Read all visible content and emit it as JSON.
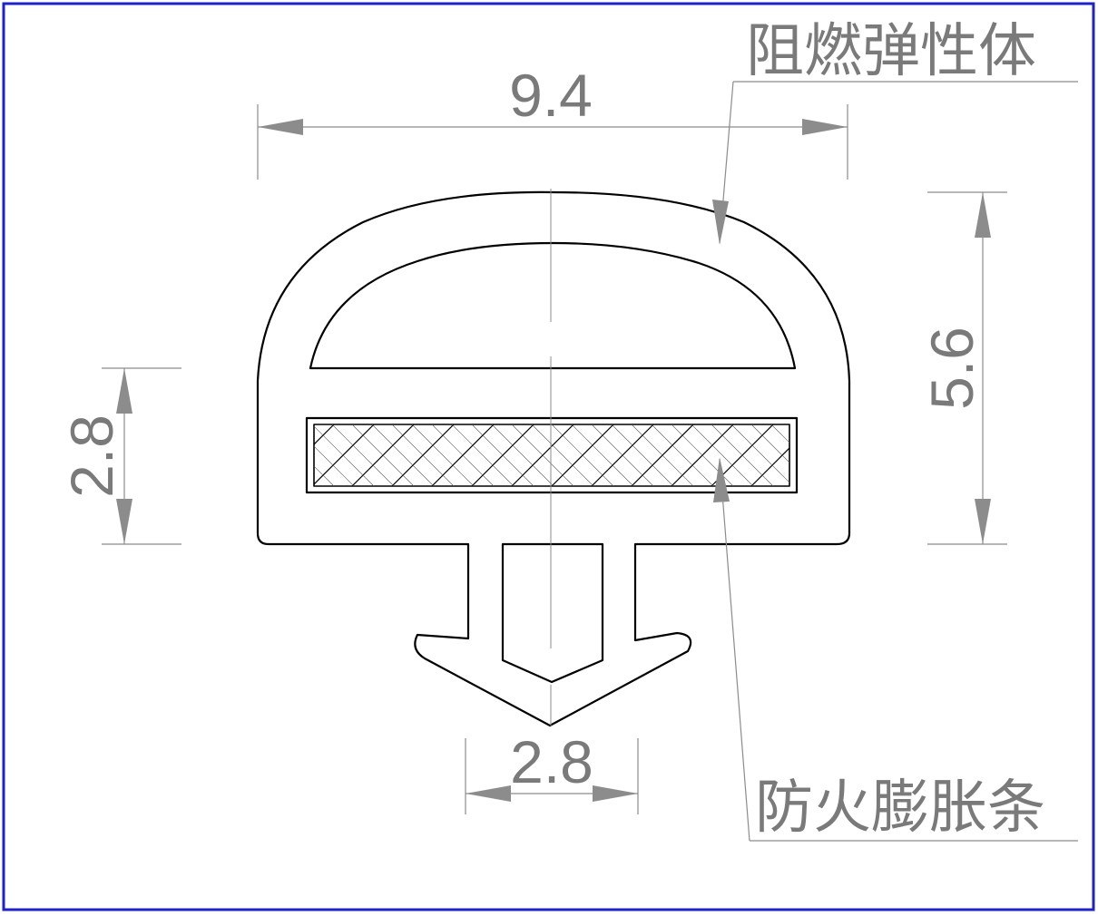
{
  "dimensions": {
    "top_width": "9.4",
    "right_height": "5.6",
    "left_height": "2.8",
    "bottom_width": "2.8"
  },
  "labels": {
    "elastomer": "阻燃弹性体",
    "intumescent_strip": "防火膨胀条"
  },
  "colors": {
    "frame": "#1e22c8",
    "outline": "#000000",
    "dimension": "#8c8c8c",
    "text": "#7a7a7a"
  }
}
